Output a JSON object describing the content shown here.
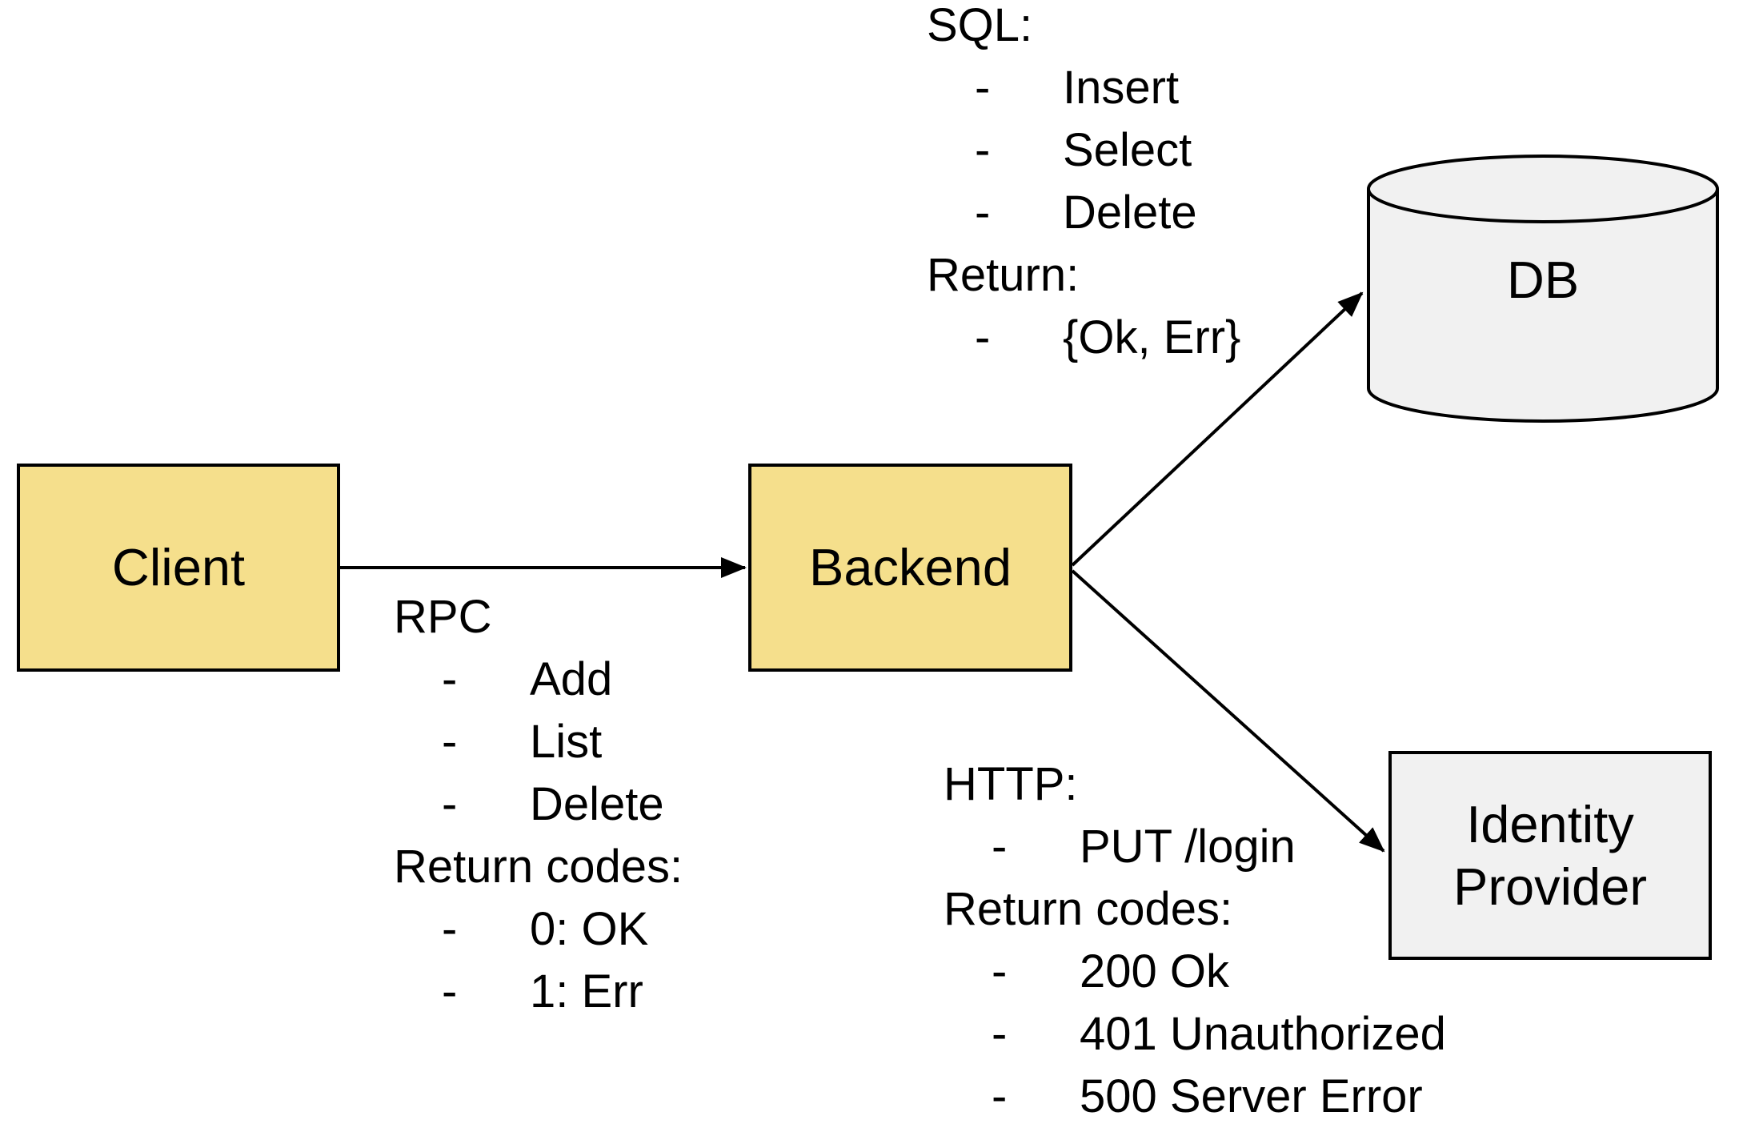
{
  "colors": {
    "node_yellow": "#F5DF8C",
    "node_gray": "#F1F1F1",
    "stroke": "#000000",
    "text": "#000000"
  },
  "nodes": {
    "client": {
      "label": "Client",
      "shape": "rect"
    },
    "backend": {
      "label": "Backend",
      "shape": "rect"
    },
    "db": {
      "label": "DB",
      "shape": "cylinder"
    },
    "identity_provider": {
      "label": "Identity Provider",
      "shape": "rect"
    }
  },
  "edges": [
    {
      "from": "Client",
      "to": "Backend"
    },
    {
      "from": "Backend",
      "to": "DB"
    },
    {
      "from": "Backend",
      "to": "Identity Provider"
    }
  ],
  "annotations": {
    "bullet_char": "-",
    "rpc": {
      "lines": [
        {
          "style": "heading",
          "text": "RPC"
        },
        {
          "style": "bullet",
          "text": "Add"
        },
        {
          "style": "bullet",
          "text": "List"
        },
        {
          "style": "bullet",
          "text": "Delete"
        },
        {
          "style": "heading",
          "text": "Return codes:"
        },
        {
          "style": "bullet",
          "text": "0: OK"
        },
        {
          "style": "bullet",
          "text": "1: Err"
        }
      ]
    },
    "sql": {
      "lines": [
        {
          "style": "heading",
          "text": "SQL:"
        },
        {
          "style": "bullet",
          "text": "Insert"
        },
        {
          "style": "bullet",
          "text": "Select"
        },
        {
          "style": "bullet",
          "text": "Delete"
        },
        {
          "style": "heading",
          "text": "Return:"
        },
        {
          "style": "bullet",
          "text": "{Ok, Err}"
        }
      ]
    },
    "http": {
      "lines": [
        {
          "style": "heading",
          "text": "HTTP:"
        },
        {
          "style": "bullet",
          "text": "PUT /login"
        },
        {
          "style": "heading",
          "text": "Return codes:"
        },
        {
          "style": "bullet",
          "text": "200 Ok"
        },
        {
          "style": "bullet",
          "text": "401 Unauthorized"
        },
        {
          "style": "bullet",
          "text": "500 Server Error"
        }
      ]
    }
  }
}
